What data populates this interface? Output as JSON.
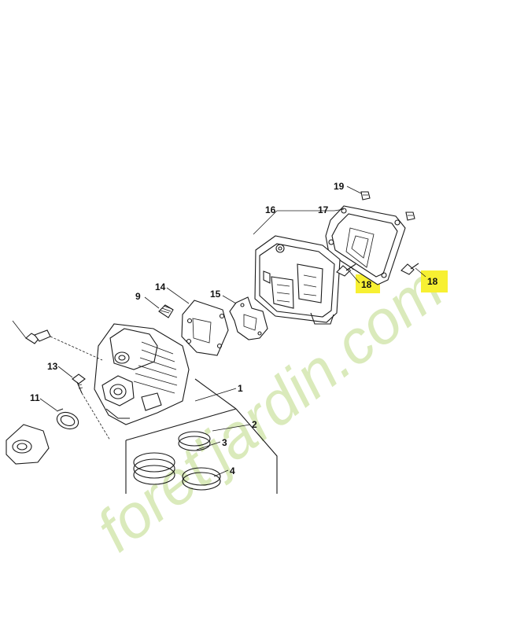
{
  "diagram": {
    "callouts": [
      {
        "id": "c1",
        "text": "1"
      },
      {
        "id": "c2",
        "text": "2"
      },
      {
        "id": "c3",
        "text": "3"
      },
      {
        "id": "c4",
        "text": "4"
      },
      {
        "id": "c9",
        "text": "9"
      },
      {
        "id": "c11",
        "text": "11"
      },
      {
        "id": "c13",
        "text": "13"
      },
      {
        "id": "c14",
        "text": "14"
      },
      {
        "id": "c15",
        "text": "15"
      },
      {
        "id": "c16",
        "text": "16"
      },
      {
        "id": "c17",
        "text": "17"
      },
      {
        "id": "c19",
        "text": "19"
      },
      {
        "id": "c18a",
        "text": "18"
      },
      {
        "id": "c18b",
        "text": "18"
      }
    ],
    "highlight_color": "#f7f032"
  },
  "watermark": {
    "text": "foret'jardin.com",
    "color_green": "#cfe3a6",
    "color_orange": "#f6c79a",
    "color_dotcom": "#d8d2c4"
  }
}
